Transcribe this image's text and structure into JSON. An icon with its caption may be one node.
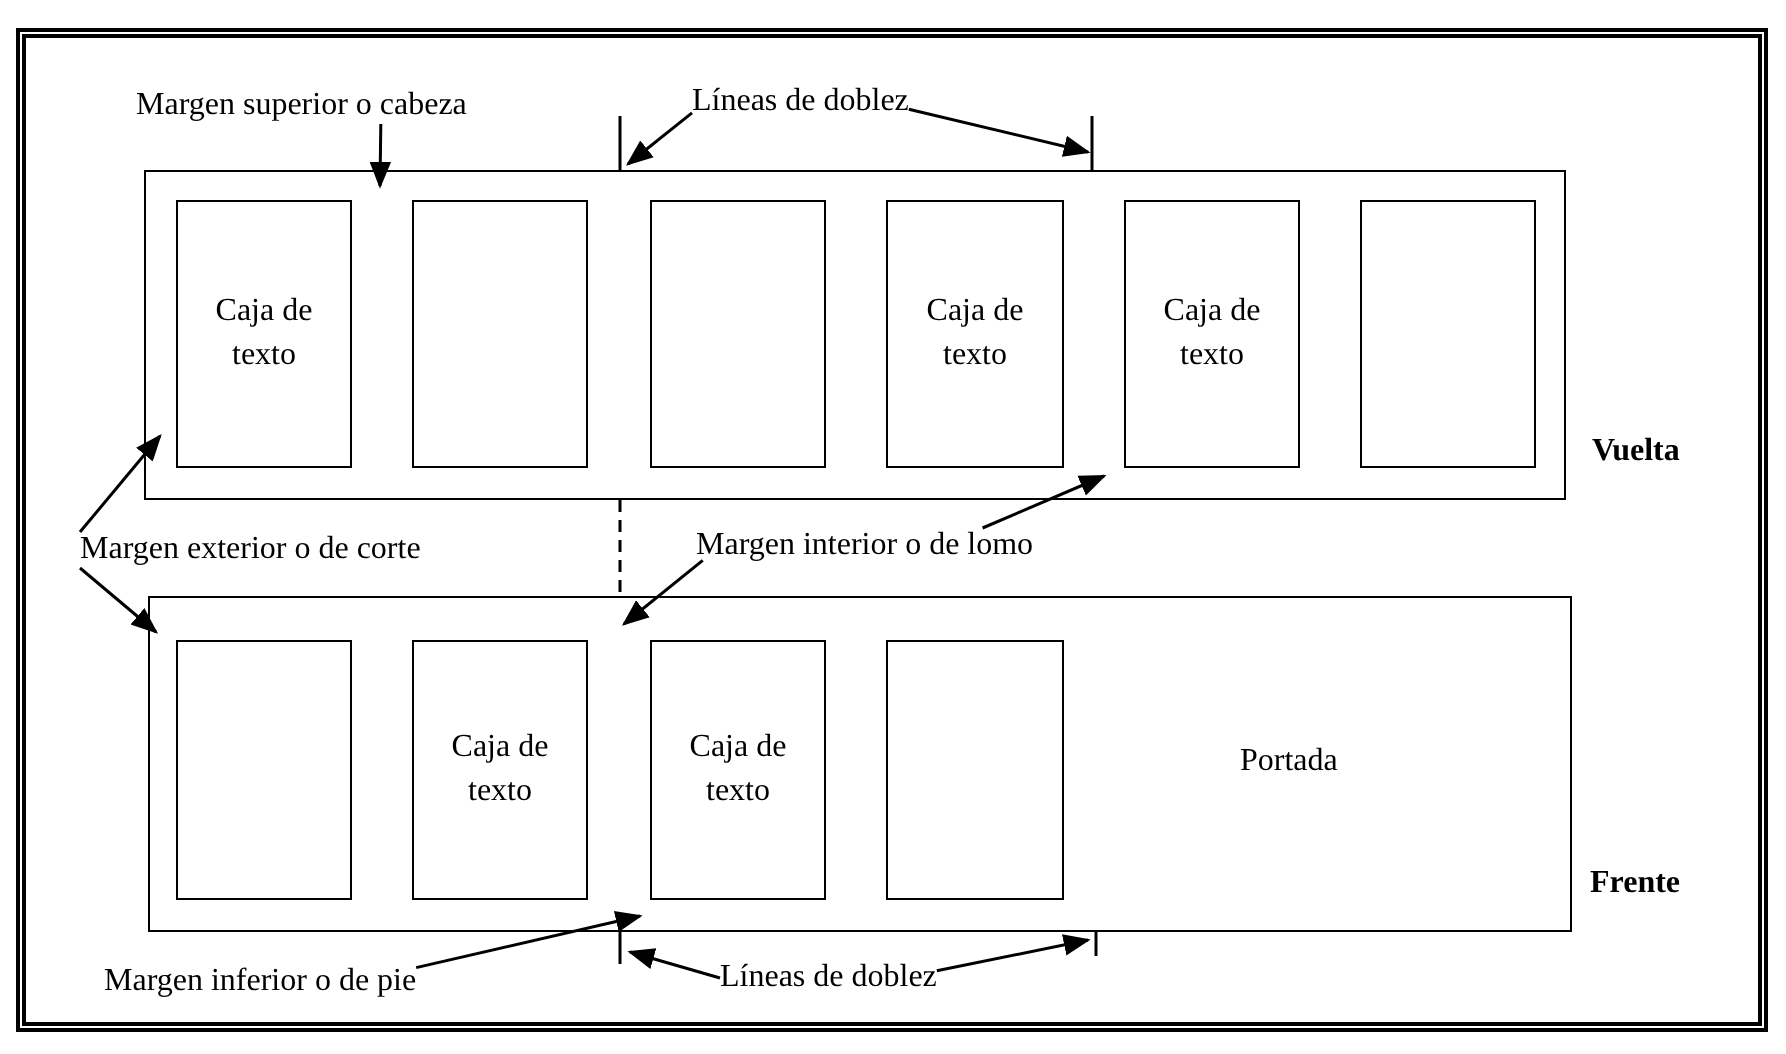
{
  "diagram": {
    "nodes": [
      {
        "text": [
          "Vuelta"
        ]
      },
      {
        "text": [
          "Caja de texto"
        ],
        "in": 0
      },
      {
        "text": [],
        "shape": "box",
        "in": 0
      },
      {
        "text": [],
        "shape": "box",
        "in": 0
      },
      {
        "text": [
          "Caja de texto"
        ],
        "in": 0
      },
      {
        "text": [
          "Caja de texto"
        ],
        "in": 0
      },
      {
        "text": [],
        "shape": "box",
        "in": 0
      },
      {
        "text": [
          "Frente",
          "Portada"
        ]
      },
      {
        "text": [],
        "shape": "box",
        "in": 7
      },
      {
        "text": [
          "Caja de texto"
        ],
        "in": 7
      },
      {
        "text": [
          "Caja de texto"
        ],
        "in": 7
      },
      {
        "text": [],
        "shape": "box",
        "in": 7
      },
      {
        "text": [
          "Margen superior o cabeza"
        ]
      },
      {
        "text": [
          "Líneas de doblez"
        ]
      },
      {
        "text": [
          "Margen exterior o de corte"
        ]
      },
      {
        "text": [
          "Margen interior o de lomo"
        ]
      },
      {
        "text": [
          "Margen inferior o de pie"
        ]
      },
      {
        "text": [
          "Líneas de doblez"
        ]
      }
    ],
    "edges": [
      {
        "from": 12,
        "to": 0,
        "arrow": "to"
      },
      {
        "from": 13,
        "to": 0,
        "arrow": "to"
      },
      {
        "from": 13,
        "to": 0,
        "arrow": "to"
      },
      {
        "from": 14,
        "to": 0,
        "arrow": "to"
      },
      {
        "from": 14,
        "to": 7,
        "arrow": "to"
      },
      {
        "from": 15,
        "to": 0,
        "arrow": "to"
      },
      {
        "from": 15,
        "to": 7,
        "arrow": "to"
      },
      {
        "from": 16,
        "to": 7,
        "arrow": "to"
      },
      {
        "from": 17,
        "to": 7,
        "arrow": "to"
      },
      {
        "from": 17,
        "to": 7,
        "arrow": "to"
      }
    ]
  }
}
